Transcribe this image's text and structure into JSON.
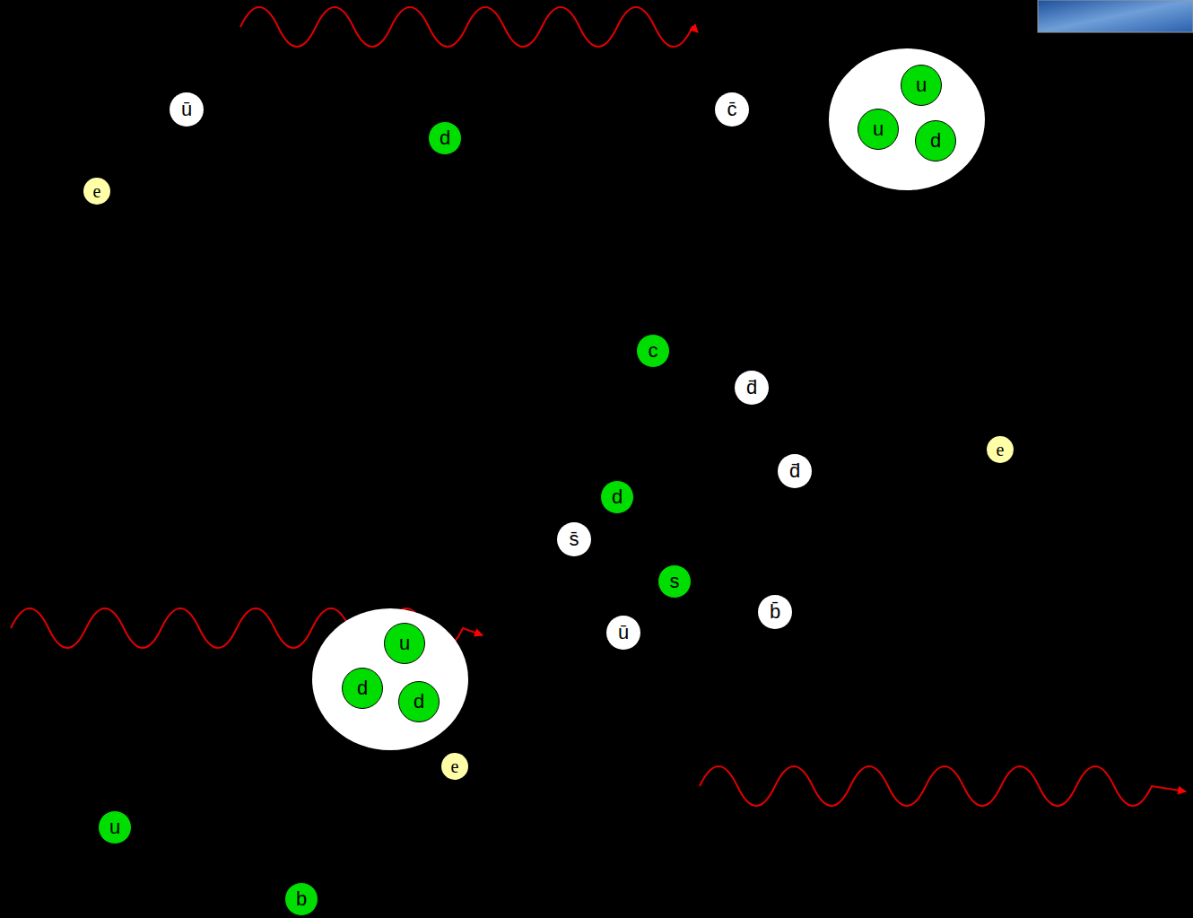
{
  "diagram": {
    "nodes": [
      {
        "text": [
          "ū"
        ]
      },
      {
        "text": [
          "d"
        ]
      },
      {
        "text": [
          "c̄"
        ]
      },
      {
        "text": []
      },
      {
        "text": [
          "u"
        ],
        "in": 3
      },
      {
        "text": [
          "u"
        ],
        "in": 3
      },
      {
        "text": [
          "d"
        ],
        "in": 3
      },
      {
        "text": [
          "e"
        ]
      },
      {
        "text": [
          "c"
        ]
      },
      {
        "text": [
          "d̄"
        ]
      },
      {
        "text": [
          "e"
        ]
      },
      {
        "text": [
          "d̄"
        ]
      },
      {
        "text": [
          "d"
        ]
      },
      {
        "text": [
          "s̄"
        ]
      },
      {
        "text": [
          "s"
        ]
      },
      {
        "text": [
          "b̄"
        ]
      },
      {
        "text": [
          "ū"
        ]
      },
      {
        "text": []
      },
      {
        "text": [
          "u"
        ],
        "in": 17
      },
      {
        "text": [
          "d"
        ],
        "in": 17
      },
      {
        "text": [
          "d"
        ],
        "in": 17
      },
      {
        "text": [
          "e"
        ]
      },
      {
        "text": [
          "u"
        ]
      },
      {
        "text": [
          "b"
        ]
      }
    ]
  }
}
